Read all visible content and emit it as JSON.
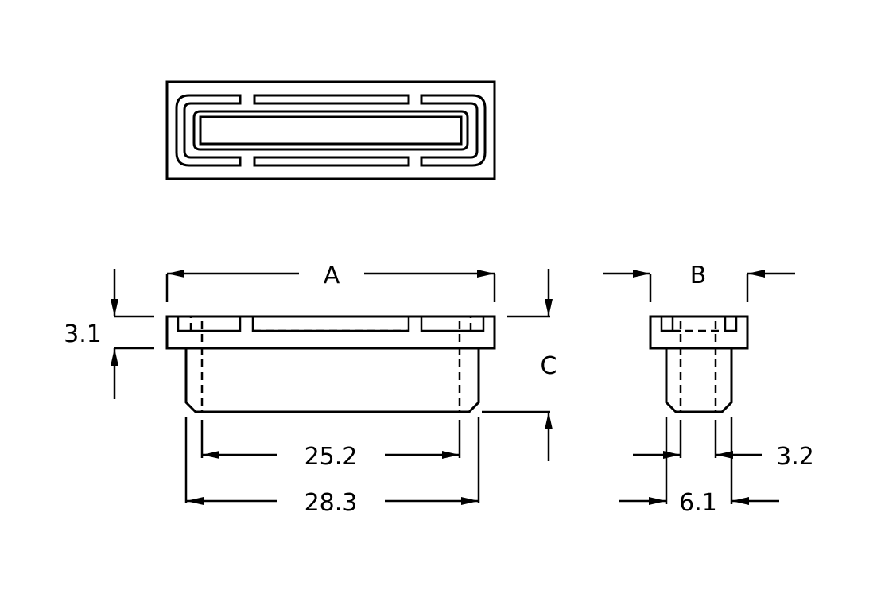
{
  "labels": {
    "A": "A",
    "B": "B",
    "C": "C",
    "dim_3_1": "3.1",
    "dim_25_2": "25.2",
    "dim_28_3": "28.3",
    "dim_3_2": "3.2",
    "dim_6_1": "6.1"
  },
  "colors": {
    "line": "#000000",
    "background": "#ffffff"
  }
}
